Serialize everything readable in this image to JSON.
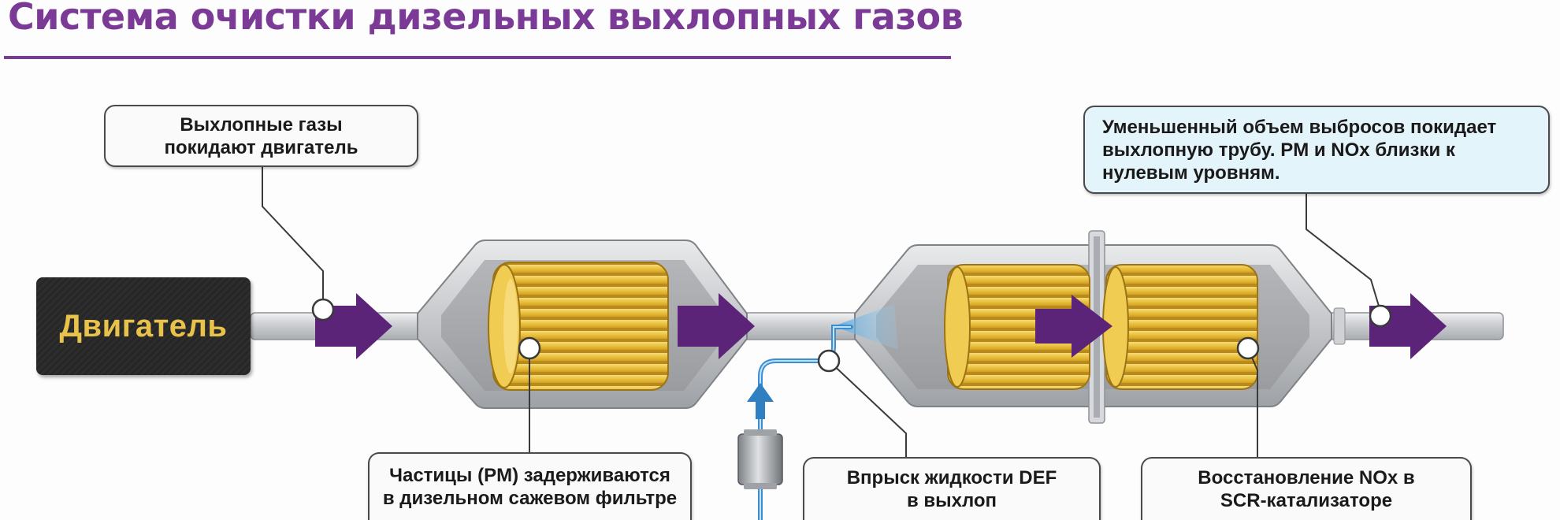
{
  "title": "Система очистки дизельных выхлопных газов",
  "engine_label": "Двигатель",
  "callouts": {
    "leave_engine": [
      "Выхлопные газы",
      "покидают двигатель"
    ],
    "exit": [
      "Уменьшенный объем выбросов покидает",
      "выхлопную трубу. PM и NOx близки к",
      "нулевым уровням."
    ],
    "dpf": [
      "Частицы (PM) задерживаются",
      "в дизельном сажевом фильтре"
    ],
    "def": [
      "Впрыск жидкости DEF",
      "в выхлоп"
    ],
    "scr": [
      "Восстановление NOx в",
      "SCR-катализаторе"
    ]
  },
  "colors": {
    "title": "#7a3a96",
    "flow_arrow": "#5b2478",
    "filter": "#e3b52f",
    "def_line": "#3b8fd0",
    "pipe": "#c9cbce"
  }
}
